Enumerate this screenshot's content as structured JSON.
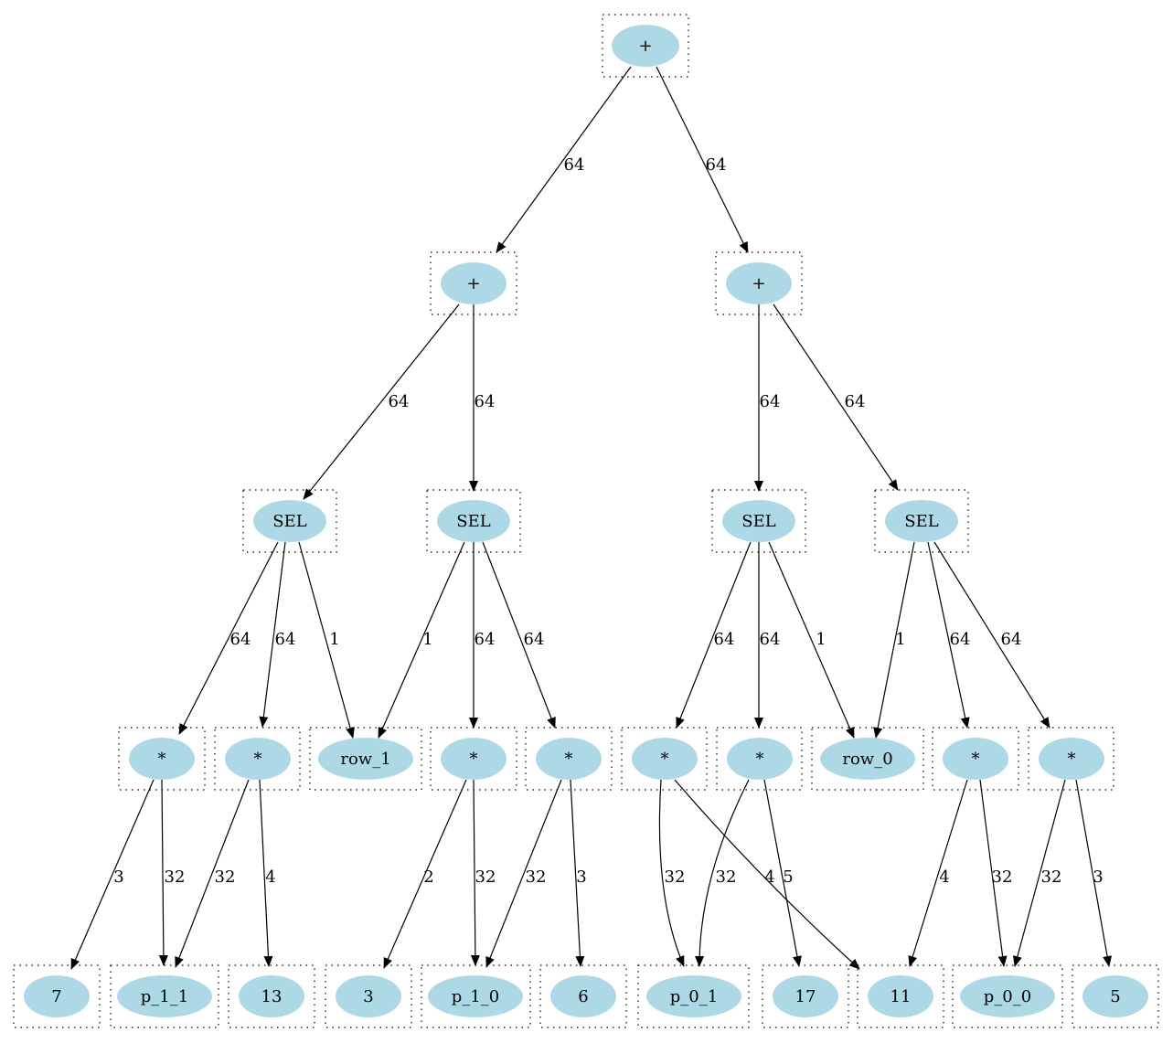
{
  "colors": {
    "node_fill": "#add8e6",
    "edge": "#000000",
    "box": "#000000",
    "background": "#ffffff"
  },
  "nodes": [
    {
      "id": "root",
      "label": "+"
    },
    {
      "id": "plus_l",
      "label": "+"
    },
    {
      "id": "plus_r",
      "label": "+"
    },
    {
      "id": "sel1",
      "label": "SEL"
    },
    {
      "id": "sel2",
      "label": "SEL"
    },
    {
      "id": "sel3",
      "label": "SEL"
    },
    {
      "id": "sel4",
      "label": "SEL"
    },
    {
      "id": "m1",
      "label": "*"
    },
    {
      "id": "m2",
      "label": "*"
    },
    {
      "id": "row_1",
      "label": "row_1"
    },
    {
      "id": "m3",
      "label": "*"
    },
    {
      "id": "m4",
      "label": "*"
    },
    {
      "id": "m5",
      "label": "*"
    },
    {
      "id": "m6",
      "label": "*"
    },
    {
      "id": "row_0",
      "label": "row_0"
    },
    {
      "id": "m7",
      "label": "*"
    },
    {
      "id": "m8",
      "label": "*"
    },
    {
      "id": "c7",
      "label": "7"
    },
    {
      "id": "p_1_1",
      "label": "p_1_1"
    },
    {
      "id": "c13",
      "label": "13"
    },
    {
      "id": "c3",
      "label": "3"
    },
    {
      "id": "p_1_0",
      "label": "p_1_0"
    },
    {
      "id": "c6",
      "label": "6"
    },
    {
      "id": "p_0_1",
      "label": "p_0_1"
    },
    {
      "id": "c17",
      "label": "17"
    },
    {
      "id": "c11",
      "label": "11"
    },
    {
      "id": "p_0_0",
      "label": "p_0_0"
    },
    {
      "id": "c5",
      "label": "5"
    }
  ],
  "edges": [
    {
      "from": "root",
      "to": "plus_l",
      "label": "64"
    },
    {
      "from": "root",
      "to": "plus_r",
      "label": "64"
    },
    {
      "from": "plus_l",
      "to": "sel1",
      "label": "64"
    },
    {
      "from": "plus_l",
      "to": "sel2",
      "label": "64"
    },
    {
      "from": "plus_r",
      "to": "sel3",
      "label": "64"
    },
    {
      "from": "plus_r",
      "to": "sel4",
      "label": "64"
    },
    {
      "from": "sel1",
      "to": "m1",
      "label": "64"
    },
    {
      "from": "sel1",
      "to": "m2",
      "label": "64"
    },
    {
      "from": "sel1",
      "to": "row_1",
      "label": "1"
    },
    {
      "from": "sel2",
      "to": "row_1",
      "label": "1"
    },
    {
      "from": "sel2",
      "to": "m3",
      "label": "64"
    },
    {
      "from": "sel2",
      "to": "m4",
      "label": "64"
    },
    {
      "from": "sel3",
      "to": "m5",
      "label": "64"
    },
    {
      "from": "sel3",
      "to": "m6",
      "label": "64"
    },
    {
      "from": "sel3",
      "to": "row_0",
      "label": "1"
    },
    {
      "from": "sel4",
      "to": "row_0",
      "label": "1"
    },
    {
      "from": "sel4",
      "to": "m7",
      "label": "64"
    },
    {
      "from": "sel4",
      "to": "m8",
      "label": "64"
    },
    {
      "from": "m1",
      "to": "c7",
      "label": "3"
    },
    {
      "from": "m1",
      "to": "p_1_1",
      "label": "32"
    },
    {
      "from": "m2",
      "to": "p_1_1",
      "label": "32"
    },
    {
      "from": "m2",
      "to": "c13",
      "label": "4"
    },
    {
      "from": "m3",
      "to": "c3",
      "label": "2"
    },
    {
      "from": "m3",
      "to": "p_1_0",
      "label": "32"
    },
    {
      "from": "m4",
      "to": "p_1_0",
      "label": "32"
    },
    {
      "from": "m4",
      "to": "c6",
      "label": "3"
    },
    {
      "from": "m5",
      "to": "p_0_1",
      "label": "32"
    },
    {
      "from": "m5",
      "to": "c11",
      "label": "4"
    },
    {
      "from": "m6",
      "to": "p_0_1",
      "label": "32"
    },
    {
      "from": "m6",
      "to": "c17",
      "label": "5"
    },
    {
      "from": "m7",
      "to": "c11",
      "label": "4"
    },
    {
      "from": "m7",
      "to": "p_0_0",
      "label": "32"
    },
    {
      "from": "m8",
      "to": "p_0_0",
      "label": "32"
    },
    {
      "from": "m8",
      "to": "c5",
      "label": "3"
    }
  ]
}
